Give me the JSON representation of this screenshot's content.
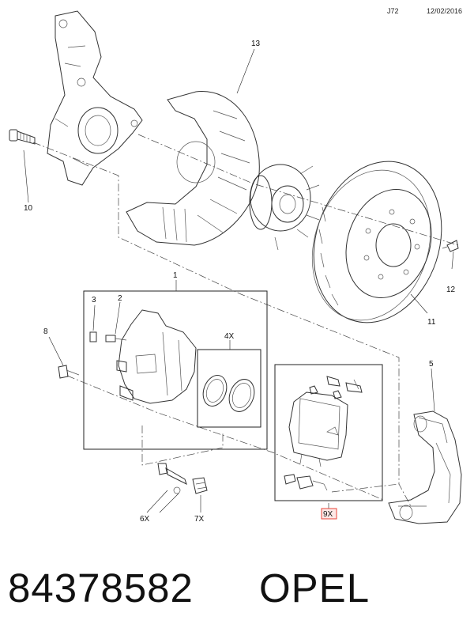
{
  "header": {
    "code": "J72",
    "date": "12/02/2016"
  },
  "callouts": {
    "c13": "13",
    "c10": "10",
    "c12": "12",
    "c11": "11",
    "c1": "1",
    "c3": "3",
    "c2": "2",
    "c8": "8",
    "c4x": "4X",
    "c5": "5",
    "c9x": "9X",
    "c6x": "6X",
    "c7x": "7X"
  },
  "highlight_color": "#e8443a",
  "footer": {
    "part_number": "84378582",
    "brand": "OPEL"
  }
}
